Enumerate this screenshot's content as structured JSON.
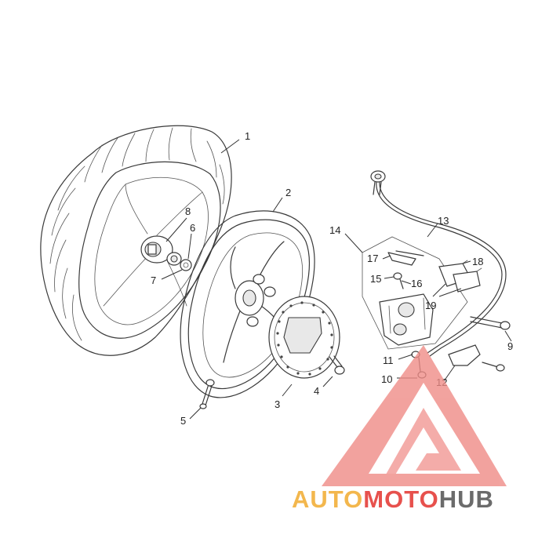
{
  "labels": [
    {
      "id": "1",
      "text": "1"
    },
    {
      "id": "2",
      "text": "2"
    },
    {
      "id": "3",
      "text": "3"
    },
    {
      "id": "4",
      "text": "4"
    },
    {
      "id": "5",
      "text": "5"
    },
    {
      "id": "6",
      "text": "6"
    },
    {
      "id": "7",
      "text": "7"
    },
    {
      "id": "8",
      "text": "8"
    },
    {
      "id": "9",
      "text": "9"
    },
    {
      "id": "10",
      "text": "10"
    },
    {
      "id": "11",
      "text": "11"
    },
    {
      "id": "12",
      "text": "12"
    },
    {
      "id": "13",
      "text": "13"
    },
    {
      "id": "14",
      "text": "14"
    },
    {
      "id": "15",
      "text": "15"
    },
    {
      "id": "16",
      "text": "16"
    },
    {
      "id": "17",
      "text": "17"
    },
    {
      "id": "18",
      "text": "18"
    },
    {
      "id": "19",
      "text": "19"
    }
  ],
  "watermark": {
    "auto": "AUTO",
    "moto": "MOTO",
    "hub": "HUB",
    "colors": {
      "auto": "#f3b74d",
      "moto": "#e7514d",
      "hub": "#6b6b6b",
      "triangle": "#ef8c87"
    }
  }
}
